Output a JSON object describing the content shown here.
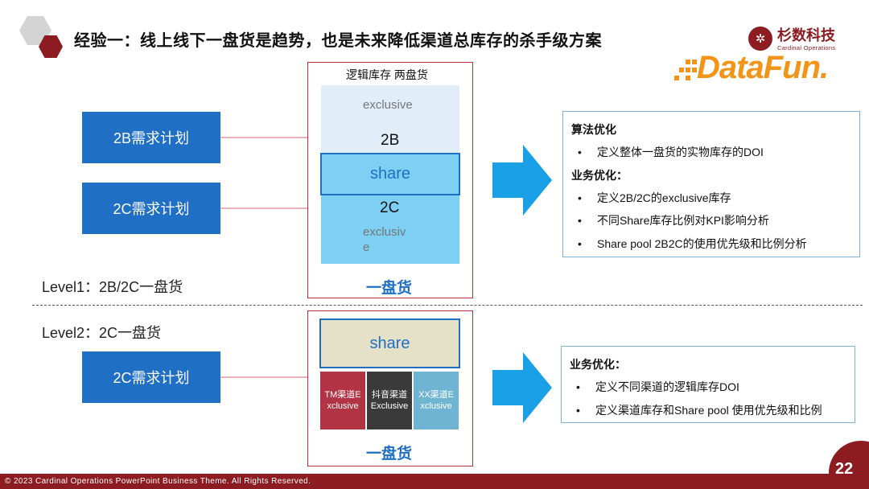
{
  "header": {
    "title": "经验一：线上线下一盘货是趋势，也是未来降低渠道总库存的杀手级方案"
  },
  "logos": {
    "cardinal_cn": "杉数科技",
    "cardinal_en": "Cardinal Operations",
    "datafun": "DataFun."
  },
  "level1": {
    "label": "Level1：2B/2C一盘货",
    "plan_2b": "2B需求计划",
    "plan_2c": "2C需求计划",
    "panel_title": "逻辑库存 两盘货",
    "exclusive_top": "exclusive",
    "label_2b": "2B",
    "share": "share",
    "label_2c": "2C",
    "exclusive_bottom": "exclusiv\ne",
    "footer_label": "一盘货"
  },
  "level2": {
    "label": "Level2：2C一盘货",
    "plan_2c": "2C需求计划",
    "share": "share",
    "channels": [
      {
        "label": "TM渠道Exclusive",
        "color": "#b23444"
      },
      {
        "label": "抖音渠道Exclusive",
        "color": "#3a3a3a"
      },
      {
        "label": "XX渠道Exclusive",
        "color": "#6fb4d2"
      }
    ],
    "footer_label": "一盘货"
  },
  "info1": {
    "heading1": "算法优化",
    "items1": [
      "定义整体一盘货的实物库存的DOI"
    ],
    "heading2": "业务优化：",
    "items2": [
      "定义2B/2C的exclusive库存",
      "不同Share库存比例对KPI影响分析",
      "Share pool 2B2C的使用优先级和比例分析"
    ]
  },
  "info2": {
    "heading": "业务优化：",
    "items": [
      "定义不同渠道的逻辑库存DOI",
      "定义渠道库存和Share pool 使用优先级和比例"
    ]
  },
  "colors": {
    "brand_red": "#8c1c22",
    "plan_blue": "#1f6fc5",
    "arrow_blue": "#1aa0e6",
    "datafun_orange": "#f29418"
  },
  "footer": {
    "copyright": "© 2023 Cardinal Operations PowerPoint Business Theme. All Rights Reserved.",
    "page_number": "22"
  }
}
